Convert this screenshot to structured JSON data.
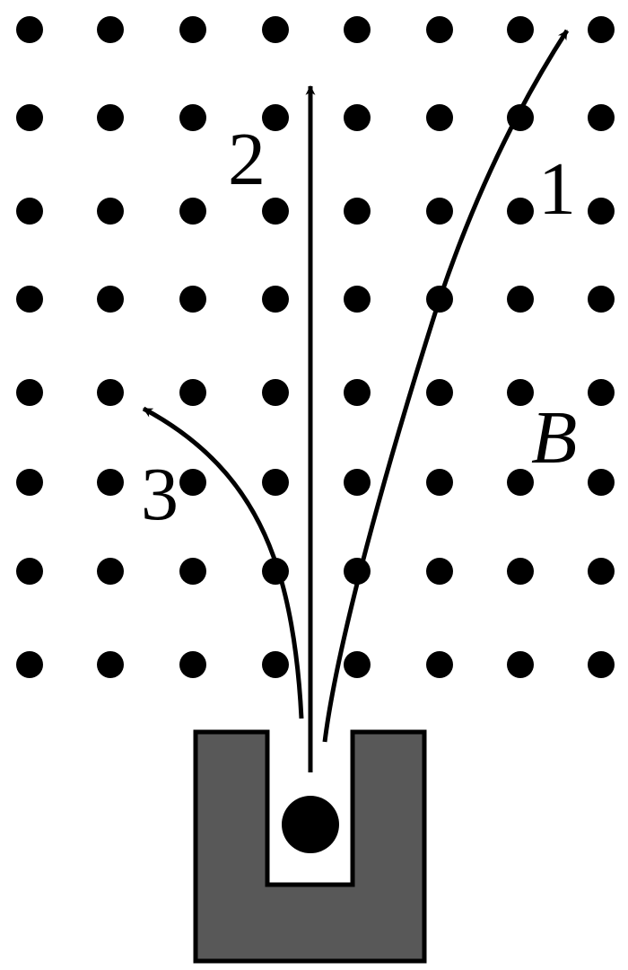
{
  "diagram": {
    "field_label": "B",
    "field_direction": "out-of-page",
    "tracks": [
      {
        "label": "1",
        "deflection": "right"
      },
      {
        "label": "2",
        "deflection": "none"
      },
      {
        "label": "3",
        "deflection": "left"
      }
    ],
    "colors": {
      "ink": "#000000",
      "source_fill": "#585858",
      "background": "#ffffff"
    }
  }
}
